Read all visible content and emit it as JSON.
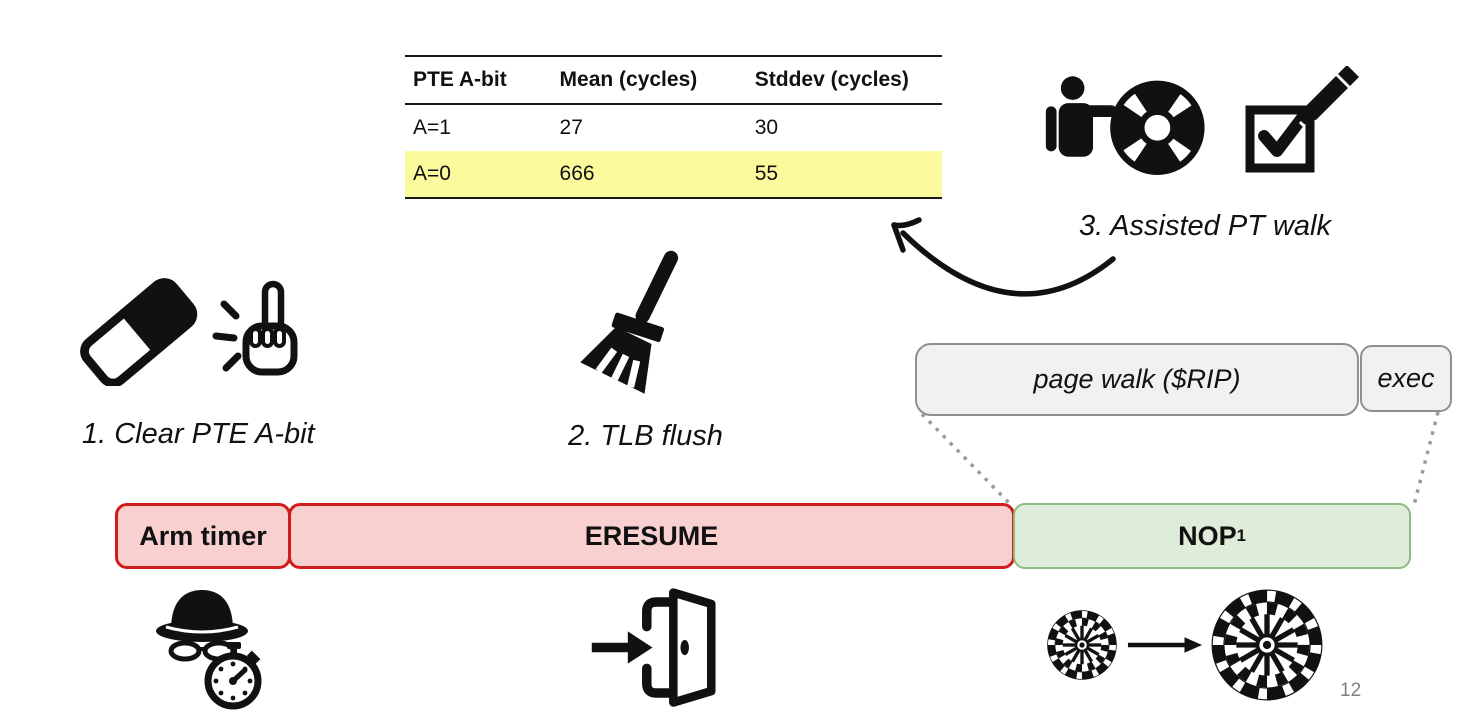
{
  "slide": {
    "page_number": "12"
  },
  "table": {
    "headers": [
      "PTE A-bit",
      "Mean (cycles)",
      "Stddev (cycles)"
    ],
    "rows": [
      {
        "cells": [
          "A=1",
          "27",
          "30"
        ],
        "highlighted": false
      },
      {
        "cells": [
          "A=0",
          "666",
          "55"
        ],
        "highlighted": true
      }
    ],
    "highlight_color": "#fbfb9e"
  },
  "steps": [
    {
      "label": "1. Clear PTE A-bit",
      "icons": [
        "eraser-icon",
        "snap-finger-icon"
      ]
    },
    {
      "label": "2. TLB flush",
      "icons": [
        "broom-icon"
      ]
    },
    {
      "label": "3. Assisted PT walk",
      "icons": [
        "person-lifebuoy-icon",
        "checkbox-pencil-icon"
      ]
    }
  ],
  "callouts": {
    "page_walk_label": "page walk ($RIP)",
    "exec_label": "exec",
    "box_fill": "#f1f1f1",
    "box_border": "#8f8f8f"
  },
  "timeline": {
    "segments": [
      {
        "label": "Arm timer",
        "fill": "#f8d0d0",
        "border": "#cf1d1d"
      },
      {
        "label": "ERESUME",
        "fill": "#f8d0d0",
        "border": "#cf1d1d"
      },
      {
        "label": "NOP",
        "subscript": "1",
        "fill": "#deecd9",
        "border": "#8fba85"
      }
    ]
  },
  "footer_icons": [
    "spy-stopwatch-icon",
    "enter-door-icon",
    "dartboard-small-icon",
    "right-arrow-icon",
    "dartboard-large-icon"
  ],
  "annotations": [
    "curved-arrow-icon",
    "dotted-connector-left",
    "dotted-connector-right"
  ]
}
